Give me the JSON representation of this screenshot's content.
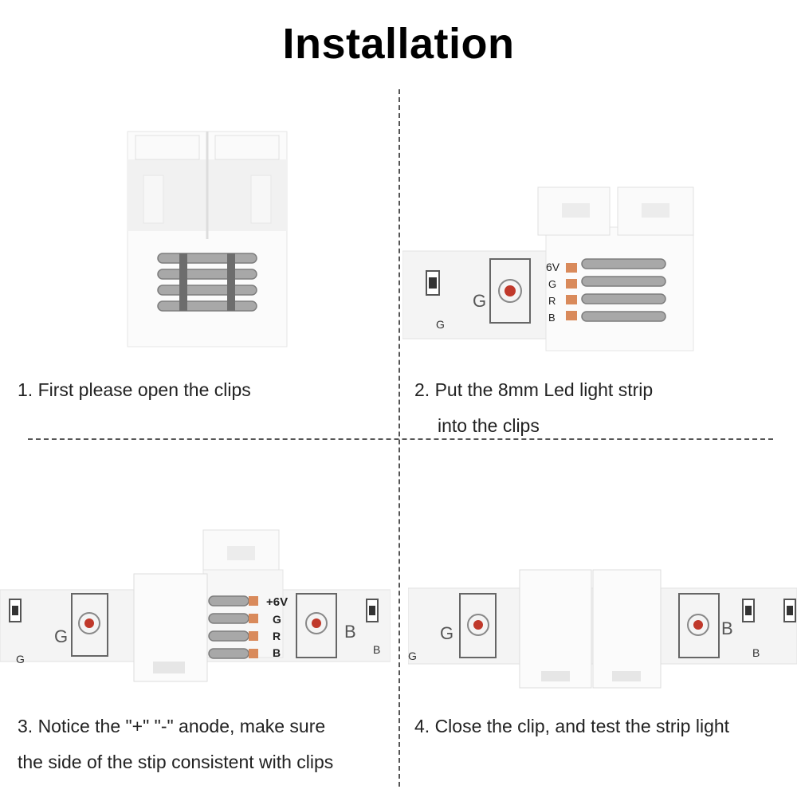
{
  "page": {
    "title": "Installation"
  },
  "colors": {
    "plastic": "#fbfbfb",
    "plastic_shade": "#e8e8e8",
    "strip": "#f4f4f4",
    "contact": "#9a9a9a",
    "pad": "#d98a5b",
    "led_red": "#c0392b"
  },
  "steps": [
    {
      "caption_line1": "1. First please open the clips",
      "caption_line2": ""
    },
    {
      "caption_line1": "2. Put the 8mm Led light strip",
      "caption_line2": "into the clips",
      "labels": [
        "6V",
        "G",
        "R",
        "B"
      ],
      "strip_letters": [
        "G",
        "G"
      ]
    },
    {
      "caption_line1": "3. Notice the \"+\" \"-\" anode, make sure",
      "caption_line2": "the side of the stip consistent with clips",
      "labels": [
        "+6V",
        "G",
        "R",
        "B"
      ],
      "strip_letters": [
        "G",
        "G",
        "B",
        "B"
      ]
    },
    {
      "caption_line1": "4. Close the clip, and test the strip light",
      "caption_line2": "",
      "strip_letters": [
        "G",
        "G",
        "B",
        "B"
      ]
    }
  ]
}
